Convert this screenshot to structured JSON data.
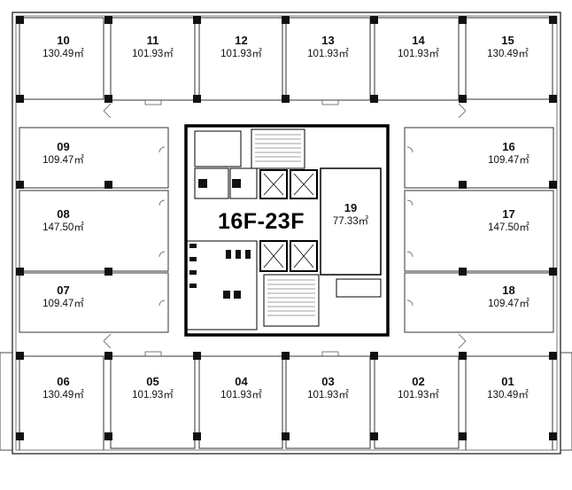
{
  "floor_title": "16F-23F",
  "area_unit": "㎡",
  "units": [
    {
      "no": "10",
      "area": "130.49"
    },
    {
      "no": "11",
      "area": "101.93"
    },
    {
      "no": "12",
      "area": "101.93"
    },
    {
      "no": "13",
      "area": "101.93"
    },
    {
      "no": "14",
      "area": "101.93"
    },
    {
      "no": "15",
      "area": "130.49"
    },
    {
      "no": "09",
      "area": "109.47"
    },
    {
      "no": "16",
      "area": "109.47"
    },
    {
      "no": "08",
      "area": "147.50"
    },
    {
      "no": "19",
      "area": "77.33"
    },
    {
      "no": "17",
      "area": "147.50"
    },
    {
      "no": "07",
      "area": "109.47"
    },
    {
      "no": "18",
      "area": "109.47"
    },
    {
      "no": "06",
      "area": "130.49"
    },
    {
      "no": "05",
      "area": "101.93"
    },
    {
      "no": "04",
      "area": "101.93"
    },
    {
      "no": "03",
      "area": "101.93"
    },
    {
      "no": "02",
      "area": "101.93"
    },
    {
      "no": "01",
      "area": "130.49"
    }
  ]
}
